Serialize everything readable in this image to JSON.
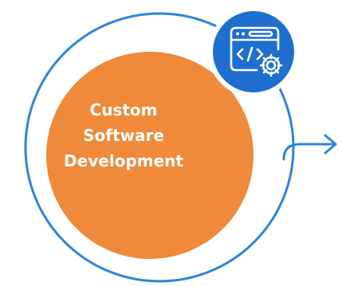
{
  "node": {
    "lines": [
      "Custom",
      "Software",
      "Development"
    ],
    "icon": "code-settings-icon"
  },
  "colors": {
    "ring": "#2E86D6",
    "fill": "#EE8A3A",
    "badge": "#1F6FD0",
    "badge_border": "#ffffff",
    "text": "#ffffff"
  }
}
